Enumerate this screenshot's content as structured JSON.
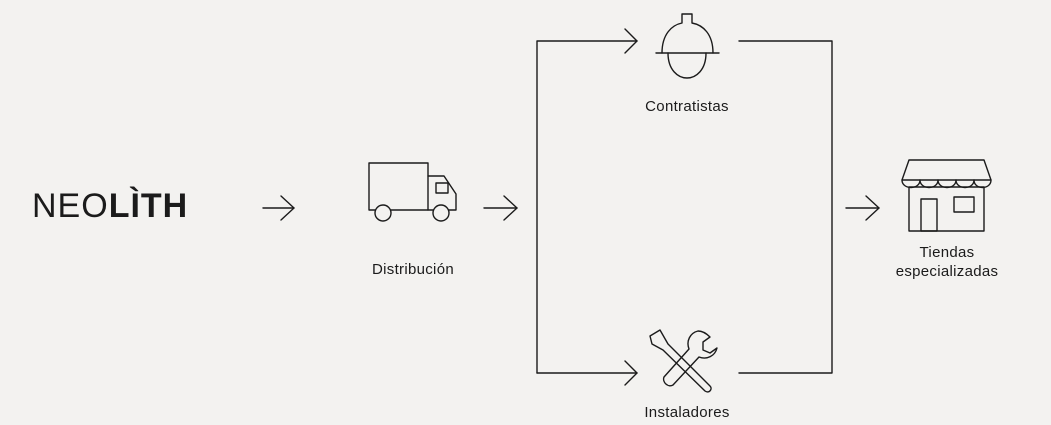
{
  "brand": {
    "logo_prefix": "NEO",
    "logo_suffix": "LÌTH"
  },
  "nodes": {
    "distribution": {
      "label": "Distribución",
      "icon": "truck-icon"
    },
    "contractors": {
      "label": "Contratistas",
      "icon": "hard-hat-icon"
    },
    "installers": {
      "label": "Instaladores",
      "icon": "tools-icon"
    },
    "stores": {
      "label_line1": "Tiendas",
      "label_line2": "especializadas",
      "icon": "store-icon"
    }
  },
  "colors": {
    "background": "#f3f2f0",
    "ink": "#1b1b1b"
  }
}
